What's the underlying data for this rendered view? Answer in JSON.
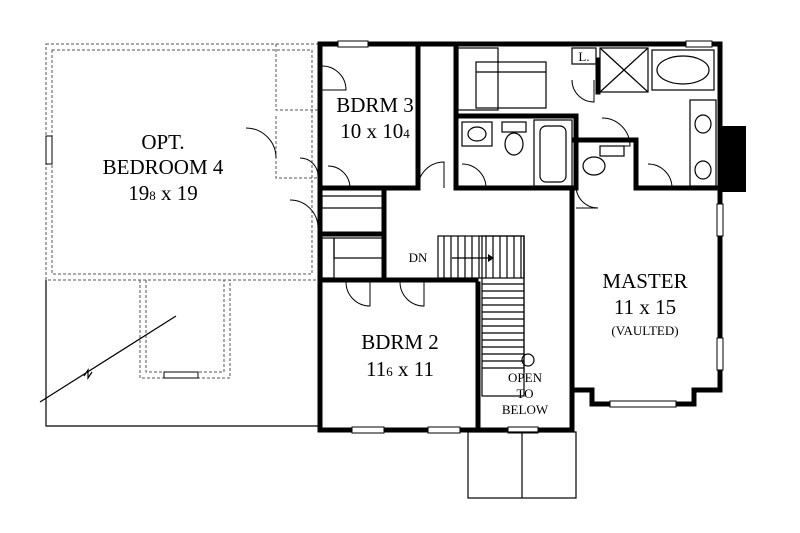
{
  "rooms": {
    "bedroom4": {
      "line1": "OPT.",
      "line2": "BEDROOM 4",
      "dim_a": "19",
      "dim_a_sub": "8",
      "dim_b": " x 19"
    },
    "bdrm3": {
      "name": "BDRM 3",
      "dim_a": "10 x 10",
      "dim_a_sub": "4"
    },
    "bdrm2": {
      "name": "BDRM 2",
      "dim_a": "11",
      "dim_a_sub": "6",
      "dim_b": " x 11"
    },
    "master": {
      "name": "MASTER",
      "dims": "11 x 15",
      "note": "(VAULTED)"
    }
  },
  "labels": {
    "stair_dn": "DN",
    "open_to_below": [
      "OPEN",
      "TO",
      "BELOW"
    ],
    "linen": "L."
  }
}
